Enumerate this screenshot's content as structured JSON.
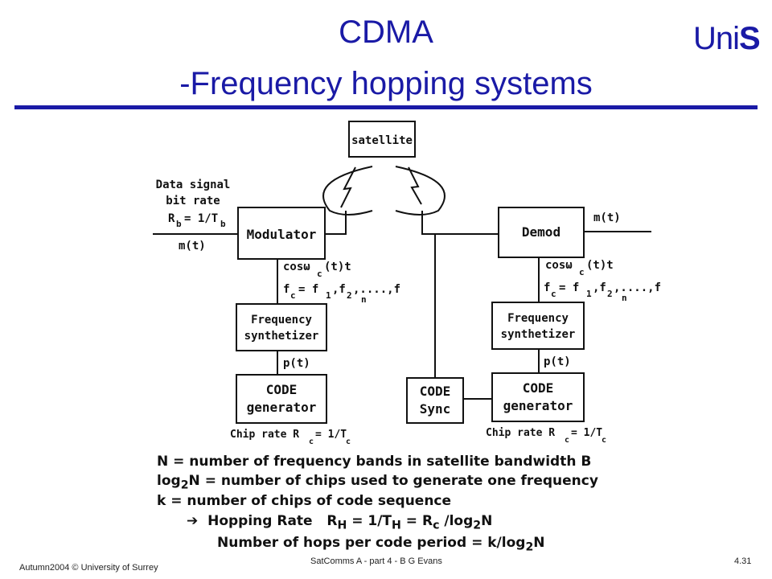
{
  "slide": {
    "title_line1": "CDMA",
    "title_line2": "-Frequency hopping systems",
    "logo_text": "Uni",
    "logo_bold": "S"
  },
  "diagram": {
    "satellite": "satellite",
    "data_signal": "Data signal",
    "bit_rate": "bit rate",
    "rb": "R",
    "rb_sub": "b",
    "rb_eq": "= 1/T",
    "tb_sub": "b",
    "mt_left": "m(t)",
    "mt_right": "m(t)",
    "modulator": "Modulator",
    "demod": "Demod",
    "cos_left": "cosω",
    "cos_sub_left": "c",
    "cos_tail_left": "(t)t",
    "cos_right": "cosω",
    "cos_sub_right": "c",
    "cos_tail_right": "(t)t",
    "fc_left": "f",
    "fc_left_rest": "= f",
    "fc_list_left": ",f",
    "fc_dots_left": ",....,f",
    "fc_right": "f",
    "fc_right_rest": "= f",
    "fc_list_right": ",f",
    "fc_dots_right": ",....,f",
    "sub_c": "c",
    "sub_1": "1",
    "sub_2": "2",
    "sub_n": "n",
    "freq_synth_1": "Frequency",
    "freq_synth_2": "synthetizer",
    "pt_left": "p(t)",
    "pt_right": "p(t)",
    "code_left_1": "CODE",
    "code_left_2": "generator",
    "code_right_1": "CODE",
    "code_right_2": "generator",
    "code_sync_1": "CODE",
    "code_sync_2": "Sync",
    "chip_rate": "Chip rate R",
    "chip_sub": "c",
    "chip_eq": "= 1/T",
    "chip_tsub": "c"
  },
  "notes": {
    "n_def": "N = number of frequency bands in satellite bandwidth B",
    "log_prefix": "log",
    "log_sub": "2",
    "log_def": "N = number of chips used to generate one frequency",
    "k_def": "k = number of chips of code sequence",
    "arrow": "➔",
    "hop_label": "Hopping Rate",
    "hop_r": "R",
    "hop_rsub": "H",
    "hop_eq1": "= 1/T",
    "hop_tsub": "H",
    "hop_eq2": "= R",
    "hop_csub": "c",
    "hop_eq3": "/log",
    "hop_lsub": "2",
    "hop_n": "N",
    "hops_label": "Number of hops per code period = k/log",
    "hops_sub": "2",
    "hops_n": "N"
  },
  "footer": {
    "left": "Autumn2004 © University of Surrey",
    "center": "SatComms A - part 4 - B G Evans",
    "right": "4.31"
  },
  "colors": {
    "title": "#1a1aa6",
    "rule": "#1a1aa6",
    "ink": "#111111"
  }
}
